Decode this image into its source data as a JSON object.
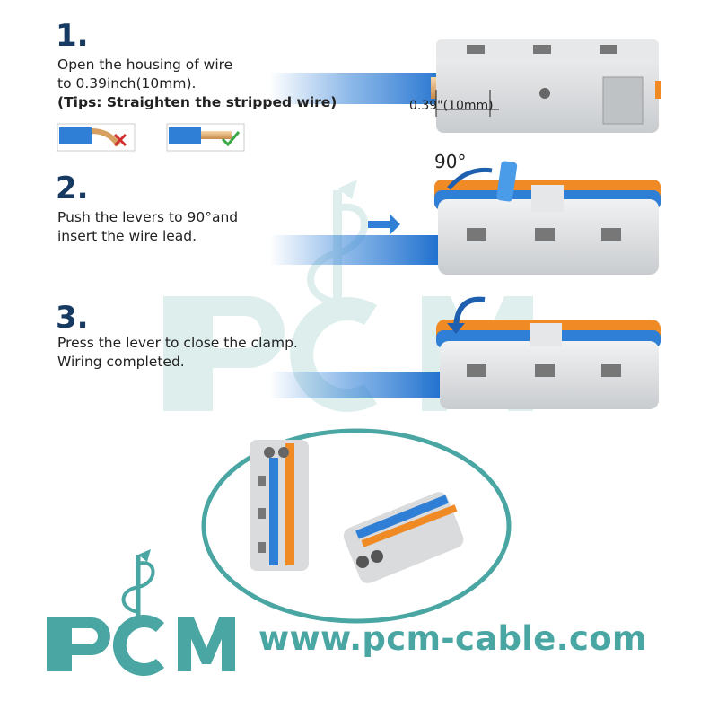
{
  "steps": [
    {
      "number": "1.",
      "lines": [
        "Open the housing of wire",
        "to 0.39inch(10mm)."
      ],
      "tip": "(Tips:  Straighten the stripped wire)"
    },
    {
      "number": "2.",
      "lines": [
        "Push the levers to 90°and",
        "insert the wire lead."
      ]
    },
    {
      "number": "3.",
      "lines": [
        "Press the lever to close the clamp.",
        "Wiring completed."
      ]
    }
  ],
  "dimension_label": "0.39\"(10mm)",
  "angle_label": "90°",
  "brand": {
    "logo_text": "PCM",
    "url": "www.pcm-cable.com"
  },
  "colors": {
    "navy": "#173a63",
    "blue": "#2f7fd6",
    "orange": "#f08a24",
    "teal": "#4aa6a3",
    "grey": "#d7d9db"
  }
}
